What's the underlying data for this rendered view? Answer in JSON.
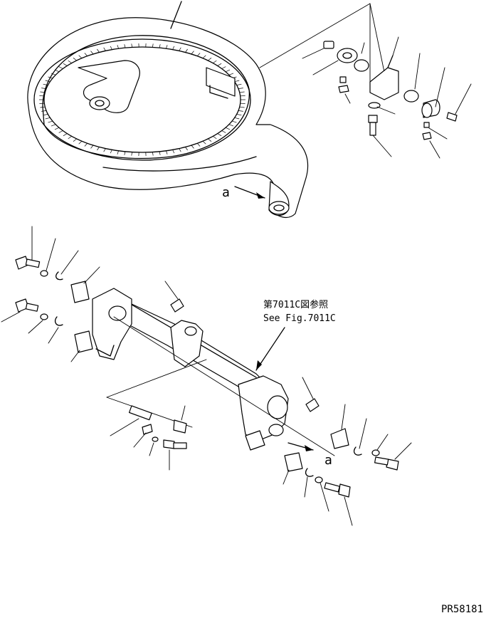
{
  "view_marker": "a",
  "reference_note": {
    "line_jp": "第7011C図参照",
    "line_en": "See Fig.7011C"
  },
  "drawing_code": "PR58181"
}
